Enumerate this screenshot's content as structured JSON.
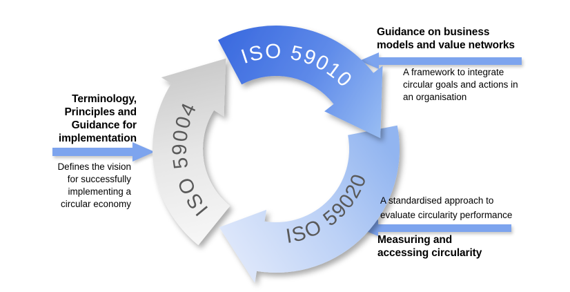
{
  "background": "#ffffff",
  "cycle": {
    "segments": [
      {
        "id": "iso-59004",
        "label": "ISO 59004",
        "label_color": "#595959",
        "gradient": [
          "#c9c9c9",
          "#e6e6e6",
          "#f6f6f6"
        ]
      },
      {
        "id": "iso-59010",
        "label": "ISO 59010",
        "label_color": "#ffffff",
        "gradient": [
          "#3b6adf",
          "#5e8ae9",
          "#9cc0f4"
        ]
      },
      {
        "id": "iso-59020",
        "label": "ISO 59020",
        "label_color": "#595959",
        "gradient": [
          "#92b5f0",
          "#bcd1f6",
          "#dce6fa"
        ]
      }
    ]
  },
  "callouts": {
    "left": {
      "heading": "Terminology,\nPrinciples and\nGuidance for\nimplementation",
      "description": "Defines the vision\nfor successfully\nimplementing a\ncircular economy"
    },
    "top_right": {
      "heading": "Guidance on business\nmodels and value networks",
      "description": "A framework to integrate\ncircular goals and actions in\nan organisation"
    },
    "bottom_right": {
      "heading": "Measuring and\naccessing circularity",
      "description": "A standardised approach to\nevaluate circularity performance"
    }
  },
  "colors": {
    "connector_arrow": "#7da4ee",
    "heading_text": "#1c1c1c",
    "body_text": "#3a3a3a"
  }
}
